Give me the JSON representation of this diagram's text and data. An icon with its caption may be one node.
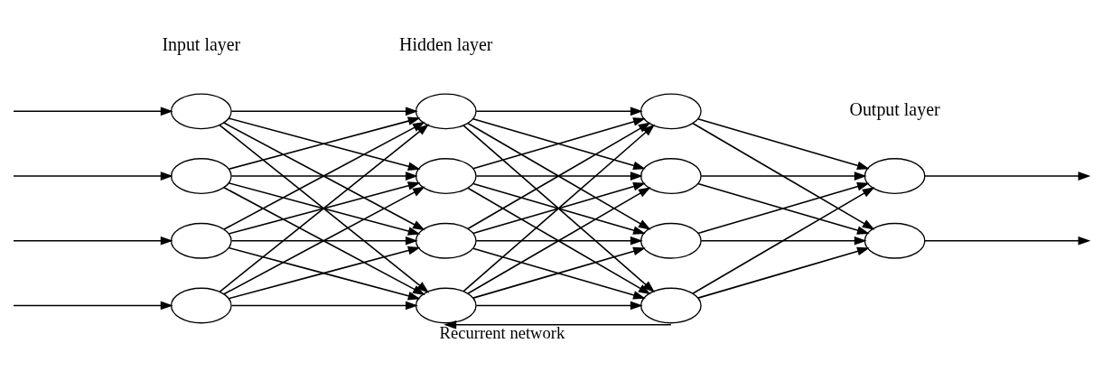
{
  "diagram": {
    "nodes": [
      {
        "text": [],
        "shape": "circle"
      },
      {
        "text": [],
        "shape": "circle"
      },
      {
        "text": [],
        "shape": "circle"
      },
      {
        "text": [],
        "shape": "circle"
      },
      {
        "text": [],
        "shape": "circle"
      },
      {
        "text": [],
        "shape": "circle"
      },
      {
        "text": [],
        "shape": "circle"
      },
      {
        "text": [],
        "shape": "circle"
      },
      {
        "text": [],
        "shape": "circle"
      },
      {
        "text": [],
        "shape": "circle"
      },
      {
        "text": [],
        "shape": "circle"
      },
      {
        "text": [],
        "shape": "circle"
      },
      {
        "text": [],
        "shape": "circle"
      },
      {
        "text": [],
        "shape": "circle"
      }
    ],
    "edges": [
      {
        "from": null,
        "to": 0,
        "arrow": "to"
      },
      {
        "from": null,
        "to": 1,
        "arrow": "to"
      },
      {
        "from": null,
        "to": 2,
        "arrow": "to"
      },
      {
        "from": null,
        "to": 3,
        "arrow": "to"
      },
      {
        "from": 0,
        "to": 4,
        "arrow": "to"
      },
      {
        "from": 0,
        "to": 5,
        "arrow": "to"
      },
      {
        "from": 0,
        "to": 6,
        "arrow": "to"
      },
      {
        "from": 0,
        "to": 7,
        "arrow": "to"
      },
      {
        "from": 1,
        "to": 4,
        "arrow": "to"
      },
      {
        "from": 1,
        "to": 5,
        "arrow": "to"
      },
      {
        "from": 1,
        "to": 6,
        "arrow": "to"
      },
      {
        "from": 1,
        "to": 7,
        "arrow": "to"
      },
      {
        "from": 2,
        "to": 4,
        "arrow": "to"
      },
      {
        "from": 2,
        "to": 5,
        "arrow": "to"
      },
      {
        "from": 2,
        "to": 6,
        "arrow": "to"
      },
      {
        "from": 2,
        "to": 7,
        "arrow": "to"
      },
      {
        "from": 3,
        "to": 4,
        "arrow": "to"
      },
      {
        "from": 3,
        "to": 5,
        "arrow": "to"
      },
      {
        "from": 3,
        "to": 6,
        "arrow": "to"
      },
      {
        "from": 3,
        "to": 7,
        "arrow": "to"
      },
      {
        "from": 4,
        "to": 8,
        "arrow": "to"
      },
      {
        "from": 4,
        "to": 9,
        "arrow": "to"
      },
      {
        "from": 4,
        "to": 10,
        "arrow": "to"
      },
      {
        "from": 4,
        "to": 11,
        "arrow": "to"
      },
      {
        "from": 5,
        "to": 8,
        "arrow": "to"
      },
      {
        "from": 5,
        "to": 9,
        "arrow": "to"
      },
      {
        "from": 5,
        "to": 10,
        "arrow": "to"
      },
      {
        "from": 5,
        "to": 11,
        "arrow": "to"
      },
      {
        "from": 6,
        "to": 8,
        "arrow": "to"
      },
      {
        "from": 6,
        "to": 9,
        "arrow": "to"
      },
      {
        "from": 6,
        "to": 10,
        "arrow": "to"
      },
      {
        "from": 6,
        "to": 11,
        "arrow": "to"
      },
      {
        "from": 7,
        "to": 8,
        "arrow": "to"
      },
      {
        "from": 7,
        "to": 9,
        "arrow": "to"
      },
      {
        "from": 7,
        "to": 10,
        "arrow": "to"
      },
      {
        "from": 7,
        "to": 11,
        "arrow": "to"
      },
      {
        "from": 8,
        "to": 12,
        "arrow": "to"
      },
      {
        "from": 8,
        "to": 13,
        "arrow": "to"
      },
      {
        "from": 9,
        "to": 12,
        "arrow": "to"
      },
      {
        "from": 9,
        "to": 13,
        "arrow": "to"
      },
      {
        "from": 10,
        "to": 12,
        "arrow": "to"
      },
      {
        "from": 10,
        "to": 13,
        "arrow": "to"
      },
      {
        "from": 11,
        "to": 12,
        "arrow": "to"
      },
      {
        "from": 11,
        "to": 13,
        "arrow": "to"
      },
      {
        "from": 12,
        "to": null,
        "arrow": "to"
      },
      {
        "from": 13,
        "to": null,
        "arrow": "to"
      },
      {
        "from": 11,
        "to": 7,
        "arrow": "to",
        "label": "Recurrent network"
      }
    ],
    "labels": [
      "Input layer",
      "Hidden layer",
      "Output layer"
    ]
  }
}
